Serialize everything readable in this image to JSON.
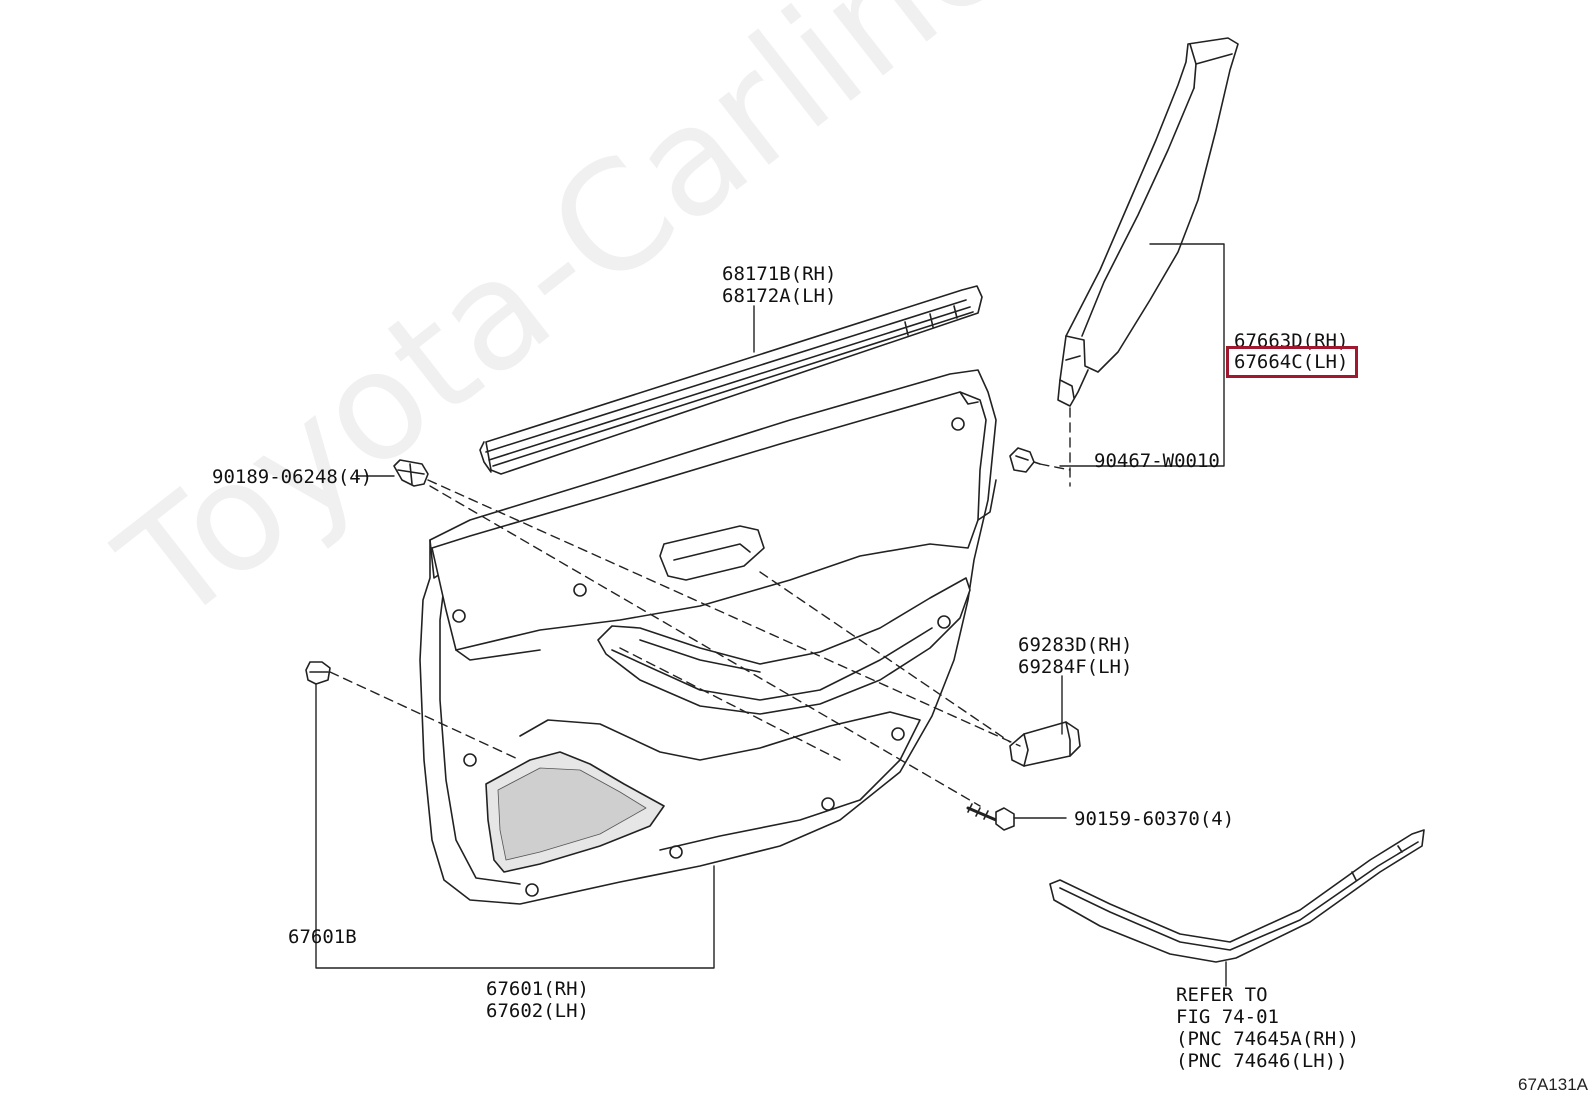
{
  "watermark": "Toyota-Carline.ru",
  "figure_code": "67A131A",
  "highlight_color": "#a0182e",
  "parts": {
    "belt_moulding": [
      "68171B(RH)",
      "68172A(LH)"
    ],
    "pillar_garnish": [
      "67663D(RH)",
      "67664C(LH)"
    ],
    "clip_upper": "90467-W0010",
    "clip_left": "90189-06248(4)",
    "grip_cover": [
      "69283D(RH)",
      "69284F(LH)"
    ],
    "screw": "90159-60370(4)",
    "clip_lower": "67601B",
    "door_trim_panel": [
      "67601(RH)",
      "67602(LH)"
    ],
    "refer": [
      "REFER TO",
      "FIG 74-01",
      "(PNC 74645A(RH))",
      "(PNC 74646(LH))"
    ]
  }
}
